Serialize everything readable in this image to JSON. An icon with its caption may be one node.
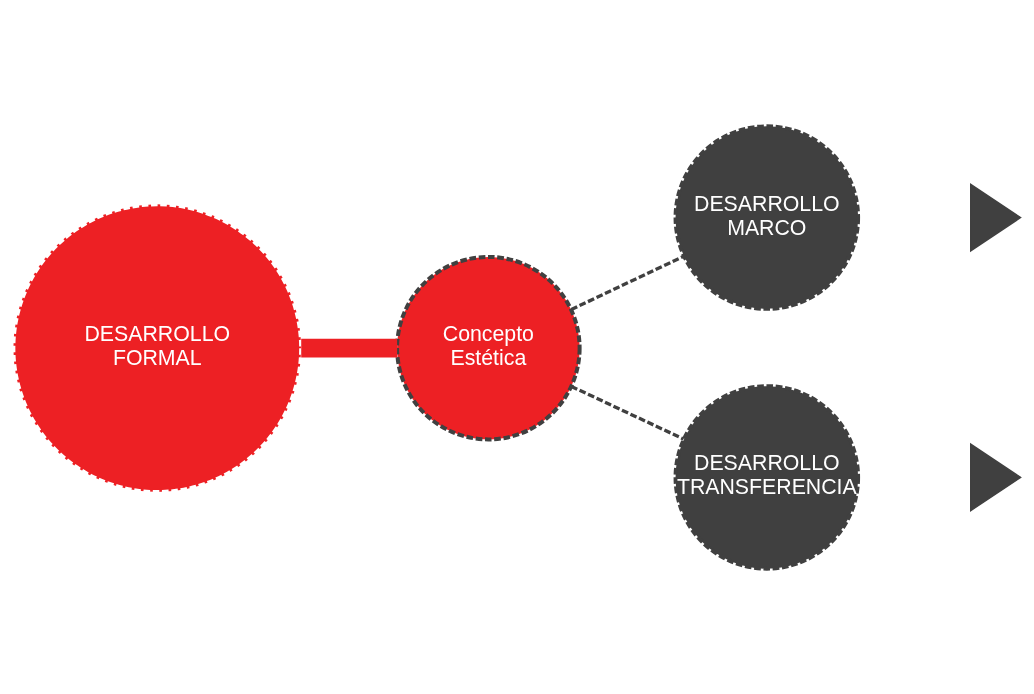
{
  "diagram": {
    "nodes": [
      {
        "text": [
          "DESARROLLO FORMAL"
        ]
      },
      {
        "text": [
          "Concepto Estética"
        ]
      },
      {
        "text": [
          "DESARROLLO MARCO"
        ]
      },
      {
        "text": [],
        "shape": "triangle"
      },
      {
        "text": [
          "DESARROLLO TRANSFERENCIA"
        ]
      },
      {
        "text": [],
        "shape": "triangle"
      }
    ],
    "edges": [
      {
        "from": 0,
        "to": 1,
        "arrow": "none",
        "style": "thick",
        "color": "#ed2024"
      },
      {
        "from": 1,
        "to": 2,
        "arrow": "none",
        "style": "dashed"
      },
      {
        "from": 1,
        "to": 4,
        "arrow": "none",
        "style": "dashed"
      }
    ]
  }
}
